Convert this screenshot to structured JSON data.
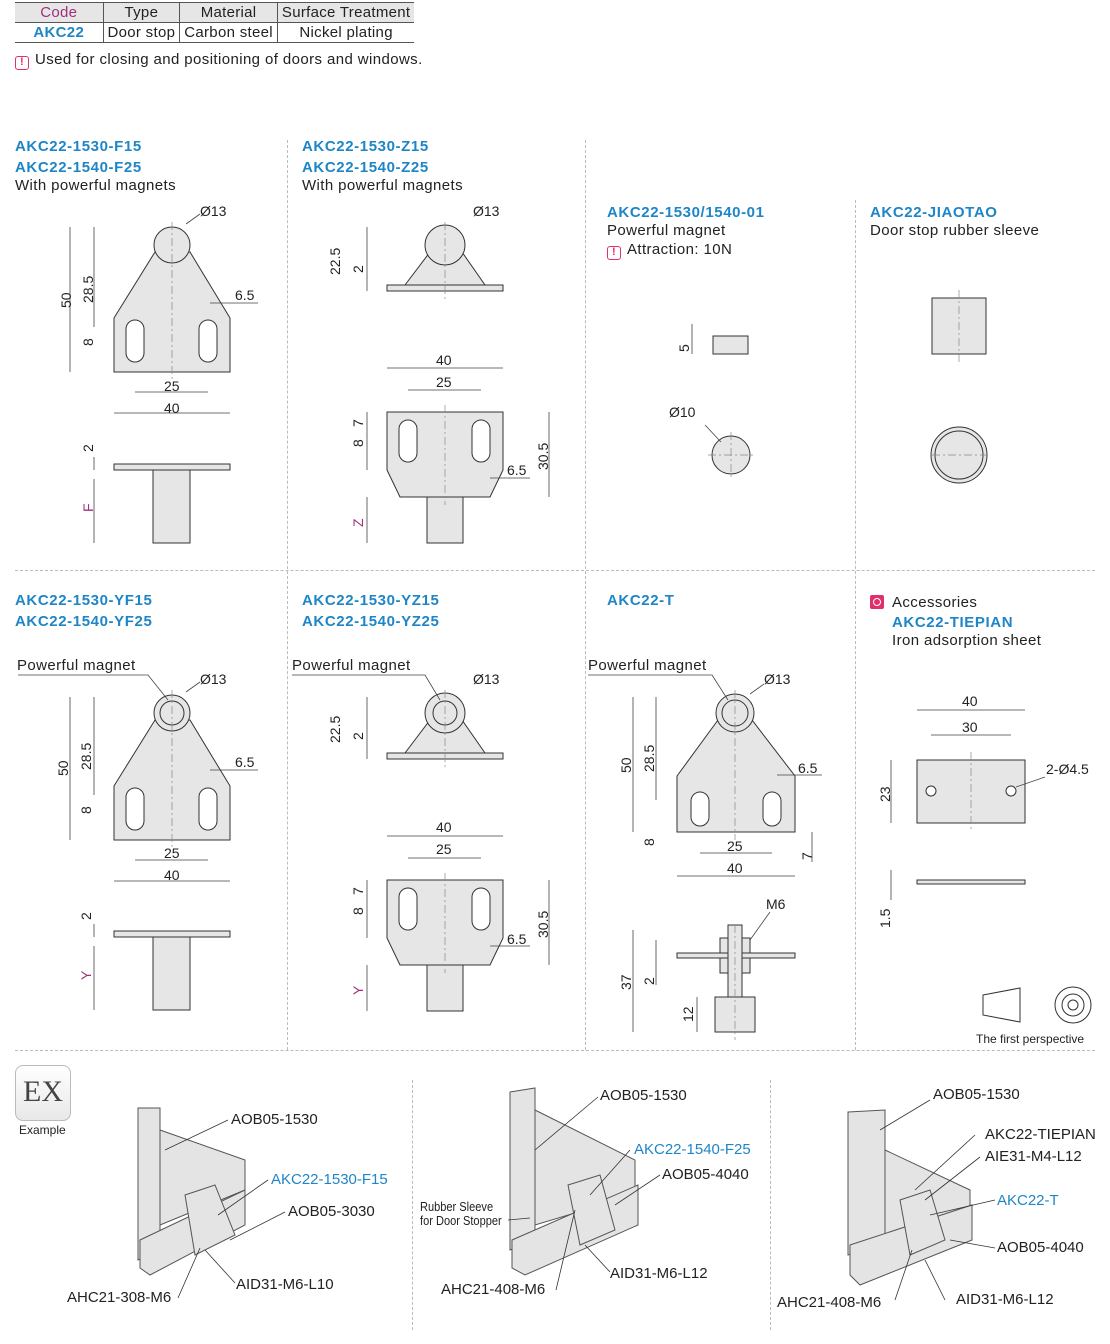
{
  "spec_table": {
    "headers": [
      "Code",
      "Type",
      "Material",
      "Surface Treatment"
    ],
    "row": [
      "AKC22",
      "Door stop",
      "Carbon steel",
      "Nickel plating"
    ]
  },
  "note": "Used for closing and positioning of doors and windows.",
  "panels": {
    "f": {
      "codes": [
        "AKC22-1530-F15",
        "AKC22-1540-F25"
      ],
      "desc": "With powerful magnets",
      "dims": [
        "Ø13",
        "50",
        "28.5",
        "6.5",
        "8",
        "25",
        "40",
        "2",
        "F"
      ]
    },
    "z": {
      "codes": [
        "AKC22-1530-Z15",
        "AKC22-1540-Z25"
      ],
      "desc": "With powerful magnets",
      "dims": [
        "Ø13",
        "22.5",
        "2",
        "40",
        "25",
        "7",
        "8",
        "30.5",
        "6.5",
        "Z"
      ]
    },
    "magnet": {
      "code": "AKC22-1530/1540-01",
      "desc": "Powerful magnet",
      "attraction": "Attraction:  10N",
      "dims": [
        "5",
        "Ø10"
      ]
    },
    "sleeve": {
      "code": "AKC22-JIAOTAO",
      "desc": "Door stop rubber sleeve"
    },
    "yf": {
      "codes": [
        "AKC22-1530-YF15",
        "AKC22-1540-YF25"
      ],
      "callout": "Powerful magnet",
      "dims": [
        "Ø13",
        "50",
        "28.5",
        "6.5",
        "8",
        "25",
        "40",
        "2",
        "Y"
      ]
    },
    "yz": {
      "codes": [
        "AKC22-1530-YZ15",
        "AKC22-1540-YZ25"
      ],
      "callout": "Powerful magnet",
      "dims": [
        "Ø13",
        "22.5",
        "2",
        "40",
        "25",
        "7",
        "8",
        "30.5",
        "6.5",
        "Y"
      ]
    },
    "t": {
      "code": "AKC22-T",
      "callout": "Powerful magnet",
      "dims": [
        "Ø13",
        "50",
        "28.5",
        "6.5",
        "8",
        "25",
        "40",
        "7",
        "M6",
        "37",
        "2",
        "12"
      ]
    },
    "acc": {
      "title": "Accessories",
      "code": "AKC22-TIEPIAN",
      "desc": "Iron adsorption sheet",
      "dims": [
        "40",
        "30",
        "2-Ø4.5",
        "23",
        "1.5"
      ],
      "perspective": "The first perspective"
    }
  },
  "example": {
    "badge": "EX",
    "label": "Example",
    "ex1": [
      "AOB05-1530",
      "AKC22-1530-F15",
      "AOB05-3030",
      "AID31-M6-L10",
      "AHC21-308-M6"
    ],
    "ex2": [
      "AOB05-1530",
      "AKC22-1540-F25",
      "AOB05-4040",
      "Rubber Sleeve",
      "for Door Stopper",
      "AID31-M6-L12",
      "AHC21-408-M6"
    ],
    "ex3": [
      "AOB05-1530",
      "AKC22-TIEPIAN",
      "AIE31-M4-L12",
      "AKC22-T",
      "AOB05-4040",
      "AID31-M6-L12",
      "AHC21-408-M6"
    ]
  },
  "colors": {
    "blue": "#1e86c6",
    "magenta": "#a0307a",
    "alert": "#e0306a"
  }
}
